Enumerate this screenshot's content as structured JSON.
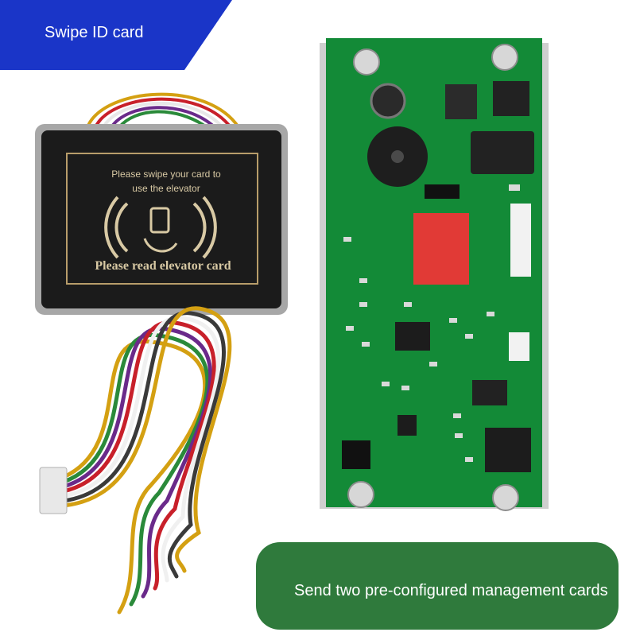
{
  "banner": {
    "title": "Swipe ID card",
    "color": "#1a35c8"
  },
  "reader_card": {
    "instruction": "Please swipe your card to use the elevator",
    "footer": "Please read elevator card"
  },
  "callout": {
    "text": "Send two pre-configured management cards",
    "color": "#2f7a3c"
  }
}
